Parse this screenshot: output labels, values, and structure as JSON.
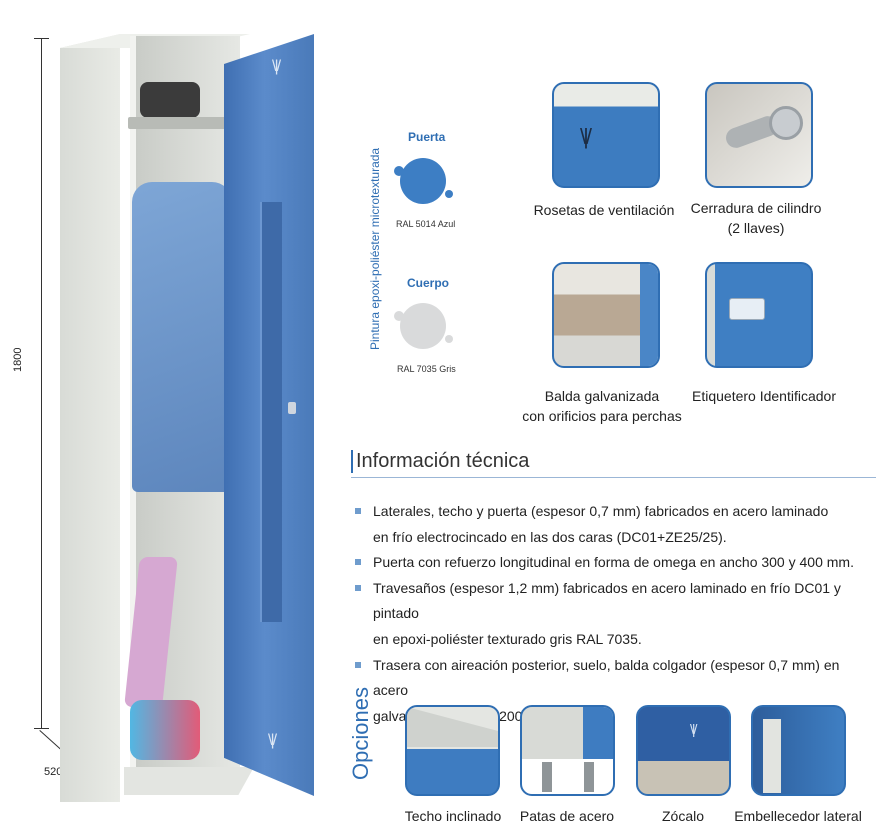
{
  "dimensions": {
    "height": "1800",
    "depth": "520"
  },
  "paint": {
    "vertical_label": "Pintura epoxi-poliéster microtexturada",
    "door": {
      "label": "Puerta",
      "code": "RAL 5014 Azul",
      "color": "#3d7ec4"
    },
    "body": {
      "label": "Cuerpo",
      "code": "RAL 7035 Gris",
      "color": "#d9dadb"
    }
  },
  "features": [
    {
      "caption_lines": [
        "Rosetas de ventilación"
      ],
      "icon": "vent-icon"
    },
    {
      "caption_lines": [
        "Cerradura de cilindro",
        "(2 llaves)"
      ],
      "icon": "cylinder-lock-icon"
    },
    {
      "caption_lines": [
        "Balda galvanizada",
        "con orificios para perchas"
      ],
      "icon": "shelf-icon"
    },
    {
      "caption_lines": [
        "Etiquetero Identificador"
      ],
      "icon": "label-holder-icon"
    }
  ],
  "technical": {
    "heading": "Información técnica",
    "bullets": [
      [
        "Laterales, techo y puerta (espesor 0,7 mm) fabricados en acero laminado",
        "en frío electrocincado en las dos caras (DC01+ZE25/25)."
      ],
      [
        "Puerta con refuerzo longitudinal en forma de omega en ancho 300 y 400 mm."
      ],
      [
        "Travesaños (espesor 1,2 mm) fabricados en acero laminado en frío DC01 y pintado",
        "en epoxi-poliéster texturado gris RAL 7035."
      ],
      [
        "Trasera con aireación posterior, suelo, balda colgador (espesor 0,7 mm) en acero",
        "galvanizado DX51 Z200 MAC."
      ]
    ]
  },
  "options": {
    "title": "Opciones",
    "items": [
      {
        "caption": "Techo inclinado"
      },
      {
        "caption": "Patas de acero"
      },
      {
        "caption": "Zócalo"
      },
      {
        "caption": "Embellecedor lateral"
      }
    ]
  },
  "colors": {
    "accent": "#2f6eb3",
    "door_blue": "#4a7ab9",
    "body_grey": "#e9ebe6"
  }
}
